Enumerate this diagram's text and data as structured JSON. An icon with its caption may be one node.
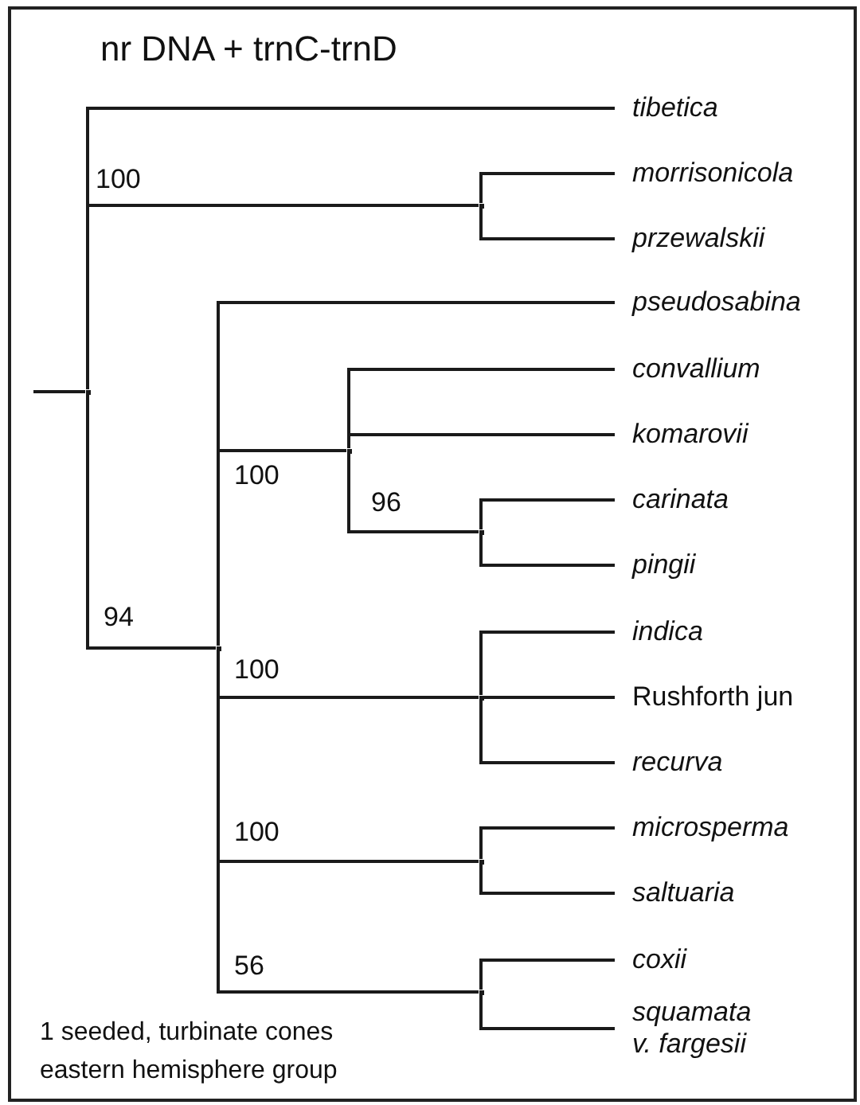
{
  "diagram": {
    "title": "nr DNA + trnC-trnD",
    "nodes": [
      {
        "text": [],
        "shape": "point"
      },
      {
        "text": [
          "tibetica"
        ]
      },
      {
        "text": [],
        "shape": "point"
      },
      {
        "text": [
          "morrisonicola"
        ]
      },
      {
        "text": [
          "przewalskii"
        ]
      },
      {
        "text": [],
        "shape": "point"
      },
      {
        "text": [
          "pseudosabina"
        ]
      },
      {
        "text": [],
        "shape": "point"
      },
      {
        "text": [
          "convallium"
        ]
      },
      {
        "text": [
          "komarovii"
        ]
      },
      {
        "text": [],
        "shape": "point"
      },
      {
        "text": [
          "carinata"
        ]
      },
      {
        "text": [
          "pingii"
        ]
      },
      {
        "text": [],
        "shape": "point"
      },
      {
        "text": [
          "indica"
        ]
      },
      {
        "text": [
          "Rushforth jun"
        ]
      },
      {
        "text": [
          "recurva"
        ]
      },
      {
        "text": [],
        "shape": "point"
      },
      {
        "text": [
          "microsperma"
        ]
      },
      {
        "text": [
          "saltuaria"
        ]
      },
      {
        "text": [],
        "shape": "point"
      },
      {
        "text": [
          "coxii"
        ]
      },
      {
        "text": [
          "squamata v. fargesii"
        ]
      }
    ],
    "edges": [
      {
        "from": null,
        "to": 0,
        "arrow": "none"
      },
      {
        "from": 0,
        "to": 1,
        "arrow": "none"
      },
      {
        "from": 0,
        "to": 2,
        "arrow": "none",
        "label": "100"
      },
      {
        "from": 2,
        "to": 3,
        "arrow": "none"
      },
      {
        "from": 2,
        "to": 4,
        "arrow": "none"
      },
      {
        "from": 0,
        "to": 5,
        "arrow": "none",
        "label": "94"
      },
      {
        "from": 5,
        "to": 6,
        "arrow": "none"
      },
      {
        "from": 5,
        "to": 7,
        "arrow": "none",
        "label": "100"
      },
      {
        "from": 7,
        "to": 8,
        "arrow": "none"
      },
      {
        "from": 7,
        "to": 9,
        "arrow": "none"
      },
      {
        "from": 7,
        "to": 10,
        "arrow": "none",
        "label": "96"
      },
      {
        "from": 10,
        "to": 11,
        "arrow": "none"
      },
      {
        "from": 10,
        "to": 12,
        "arrow": "none"
      },
      {
        "from": 5,
        "to": 13,
        "arrow": "none",
        "label": "100"
      },
      {
        "from": 13,
        "to": 14,
        "arrow": "none"
      },
      {
        "from": 13,
        "to": 15,
        "arrow": "none"
      },
      {
        "from": 13,
        "to": 16,
        "arrow": "none"
      },
      {
        "from": 5,
        "to": 17,
        "arrow": "none",
        "label": "100"
      },
      {
        "from": 17,
        "to": 18,
        "arrow": "none"
      },
      {
        "from": 17,
        "to": 19,
        "arrow": "none"
      },
      {
        "from": 5,
        "to": 20,
        "arrow": "none",
        "label": "56"
      },
      {
        "from": 20,
        "to": 21,
        "arrow": "none"
      },
      {
        "from": 20,
        "to": 22,
        "arrow": "none"
      }
    ],
    "labels": [
      "1 seeded, turbinate cones eastern hemisphere group"
    ]
  }
}
